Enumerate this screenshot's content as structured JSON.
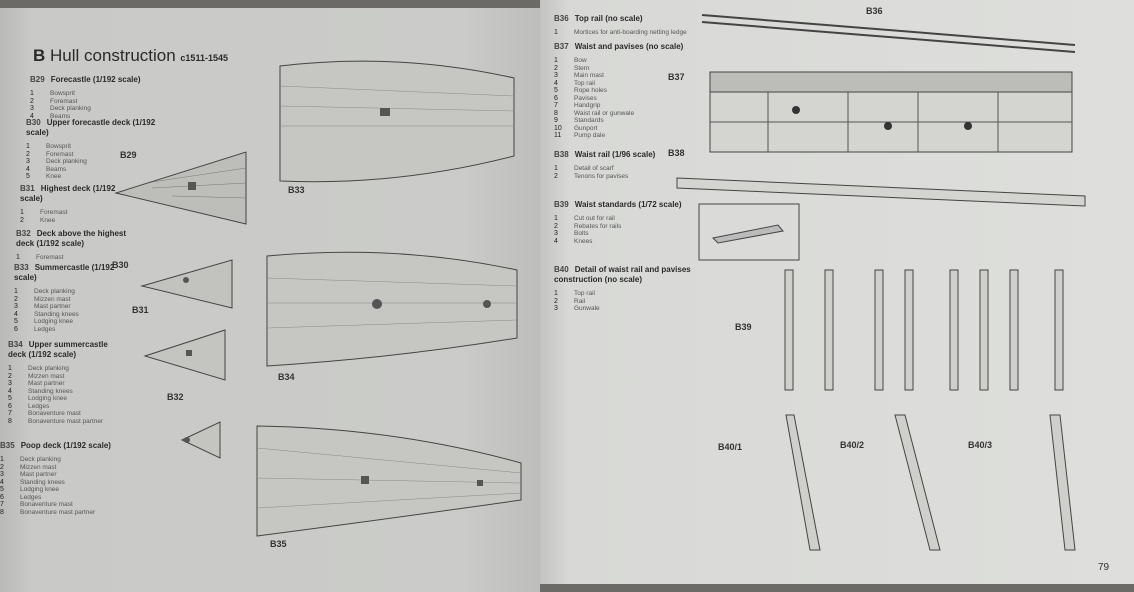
{
  "left_page": {
    "title_letter": "B",
    "title": "Hull construction",
    "title_date": "c1511-1545",
    "sections": [
      {
        "id": "B29",
        "title": "Forecastle (1/192 scale)",
        "items": [
          "Bowsprit",
          "Foremast",
          "Deck planking",
          "Beams"
        ]
      },
      {
        "id": "B30",
        "title": "Upper forecastle deck (1/192 scale)",
        "items": [
          "Bowsprit",
          "Foremast",
          "Deck planking",
          "Beams",
          "Knee"
        ]
      },
      {
        "id": "B31",
        "title": "Highest deck (1/192 scale)",
        "items": [
          "Foremast",
          "Knee"
        ]
      },
      {
        "id": "B32",
        "title": "Deck above the highest deck (1/192 scale)",
        "items": [
          "Foremast"
        ]
      },
      {
        "id": "B33",
        "title": "Summercastle (1/192 scale)",
        "items": [
          "Deck planking",
          "Mizzen mast",
          "Mast partner",
          "Standing knees",
          "Lodging knee",
          "Ledges"
        ]
      },
      {
        "id": "B34",
        "title": "Upper summercastle deck (1/192 scale)",
        "items": [
          "Deck planking",
          "Mizzen mast",
          "Mast partner",
          "Standing knees",
          "Lodging knee",
          "Ledges",
          "Bonaventure mast",
          "Bonaventure mast partner"
        ]
      },
      {
        "id": "B35",
        "title": "Poop deck (1/192 scale)",
        "items": [
          "Deck planking",
          "Mizzen mast",
          "Mast partner",
          "Standing knees",
          "Lodging knee",
          "Ledges",
          "Bonaventure mast",
          "Bonaventure mast partner"
        ]
      }
    ],
    "figure_labels": [
      "B29",
      "B30",
      "B31",
      "B32",
      "B33",
      "B34",
      "B35"
    ]
  },
  "right_page": {
    "sections": [
      {
        "id": "B36",
        "title": "Top rail (no scale)",
        "items": [
          "Mortices for anti-boarding netting ledge"
        ]
      },
      {
        "id": "B37",
        "title": "Waist and pavises (no scale)",
        "items": [
          "Bow",
          "Stern",
          "Main mast",
          "Top rail",
          "Rope holes",
          "Pavises",
          "Handgrip",
          "Waist rail or gunwale",
          "Standards",
          "Gunport",
          "Pump dale"
        ]
      },
      {
        "id": "B38",
        "title": "Waist rail (1/96 scale)",
        "items": [
          "Detail of scarf",
          "Tenons for pavises"
        ]
      },
      {
        "id": "B39",
        "title": "Waist standards (1/72 scale)",
        "items": [
          "Cut out for rail",
          "Rebates for rails",
          "Bolts",
          "Knees"
        ]
      },
      {
        "id": "B40",
        "title": "Detail of waist rail and pavises construction (no scale)",
        "items": [
          "Top rail",
          "Rail",
          "Gunwale"
        ]
      }
    ],
    "figure_labels": [
      "B36",
      "B37",
      "B38",
      "B39",
      "B40/1",
      "B40/2",
      "B40/3"
    ],
    "page_number": "79"
  }
}
